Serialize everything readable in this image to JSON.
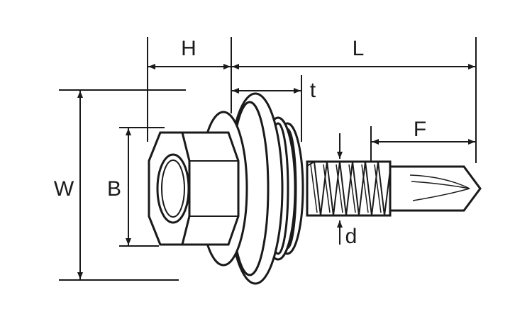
{
  "labels": {
    "H": "H",
    "L": "L",
    "t": "t",
    "F": "F",
    "W": "W",
    "B": "B",
    "d": "d"
  },
  "colors": {
    "ink": "#1a1a1a",
    "background": "#ffffff"
  }
}
